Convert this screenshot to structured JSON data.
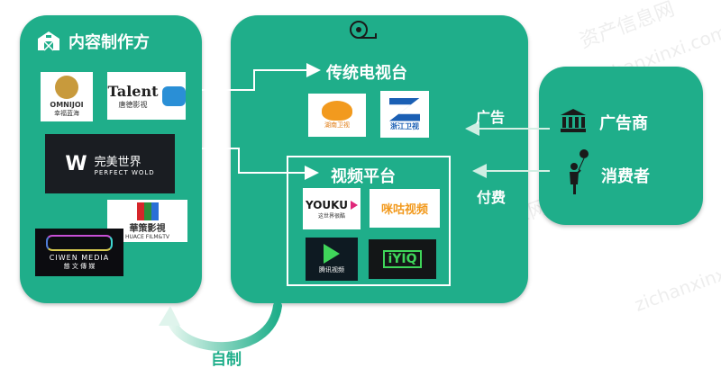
{
  "producers": {
    "title": "内容制作方",
    "logos": {
      "omnijoi_name": "OMNIJOI",
      "omnijoi_cn": "幸福蓝海",
      "talent_name": "Talent",
      "talent_cn": "唐德影视",
      "perfect_cn": "完美世界",
      "perfect_en": "PERFECT WOLD",
      "huace_cn": "華策影視",
      "huace_en": "HUACE FILM&TV",
      "ciwen_name": "CIWEN MEDIA",
      "ciwen_cn": "慈 文 傳 媒"
    }
  },
  "middle": {
    "tv_title": "传统电视台",
    "hunan_tv": "湖南卫视",
    "zhejiang_tv": "浙江卫视",
    "video_title": "视频平台",
    "youku": "YOUKU",
    "youku_sub": "这世界很酷",
    "migu": "咪咕视频",
    "tencent": "腾讯视频",
    "iqiyi": "iYIQ"
  },
  "right": {
    "advertiser": "广告商",
    "consumer": "消费者"
  },
  "flows": {
    "ad": "广告",
    "pay": "付费",
    "self_made": "自制"
  },
  "watermark": {
    "cn": "资产信息网",
    "pinyin": "zichanxinxi.com"
  }
}
